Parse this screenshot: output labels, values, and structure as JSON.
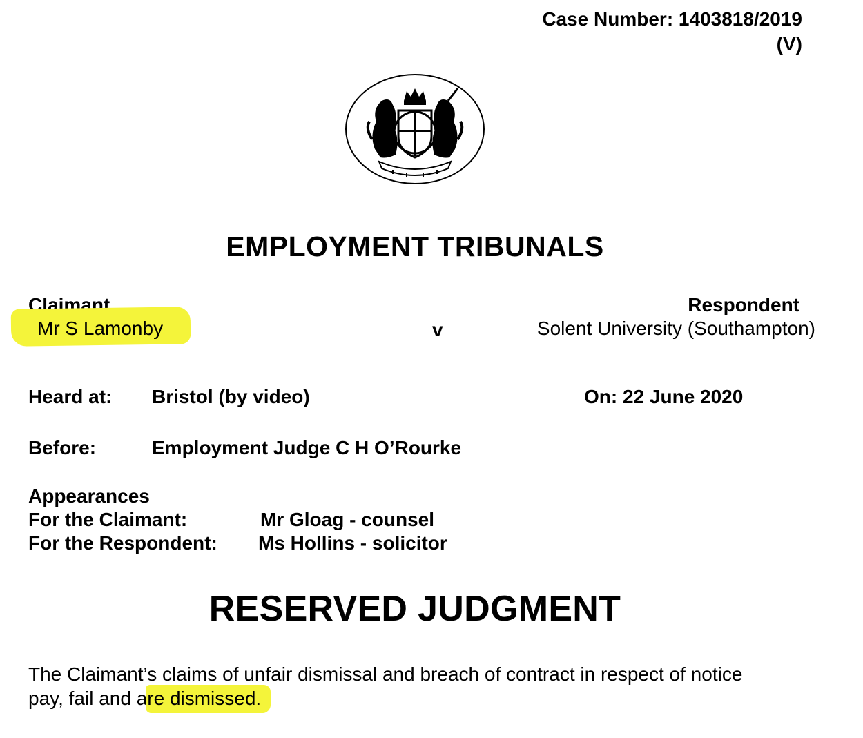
{
  "header": {
    "case_number_line1": "Case Number: 1403818/2019",
    "case_number_line2": "(V)"
  },
  "crest": {
    "icon": "royal-coat-of-arms-icon"
  },
  "title": "EMPLOYMENT TRIBUNALS",
  "parties": {
    "claimant_label": "Claimant",
    "claimant_name": "Mr S Lamonby",
    "versus": "v",
    "respondent_label": "Respondent",
    "respondent_name": "Solent University (Southampton)"
  },
  "hearing": {
    "heard_at_label": "Heard at:",
    "heard_at_value": "Bristol (by video)",
    "on_label_value": "On: 22 June 2020",
    "before_label": "Before:",
    "before_value": "Employment Judge C H O’Rourke"
  },
  "appearances": {
    "heading": "Appearances",
    "claimant_label": "For the Claimant:",
    "claimant_value": "Mr Gloag - counsel",
    "respondent_label": "For the Respondent:",
    "respondent_value": "Ms Hollins - solicitor"
  },
  "judgment": {
    "heading": "RESERVED JUDGMENT",
    "line1": "The Claimant’s claims of unfair dismissal and breach of contract in respect of notice",
    "line2_start": "pay, fail and a",
    "line2_highlight": "re dismissed."
  },
  "colors": {
    "highlight": "#f4f43a",
    "text": "#000000",
    "background": "#ffffff"
  }
}
